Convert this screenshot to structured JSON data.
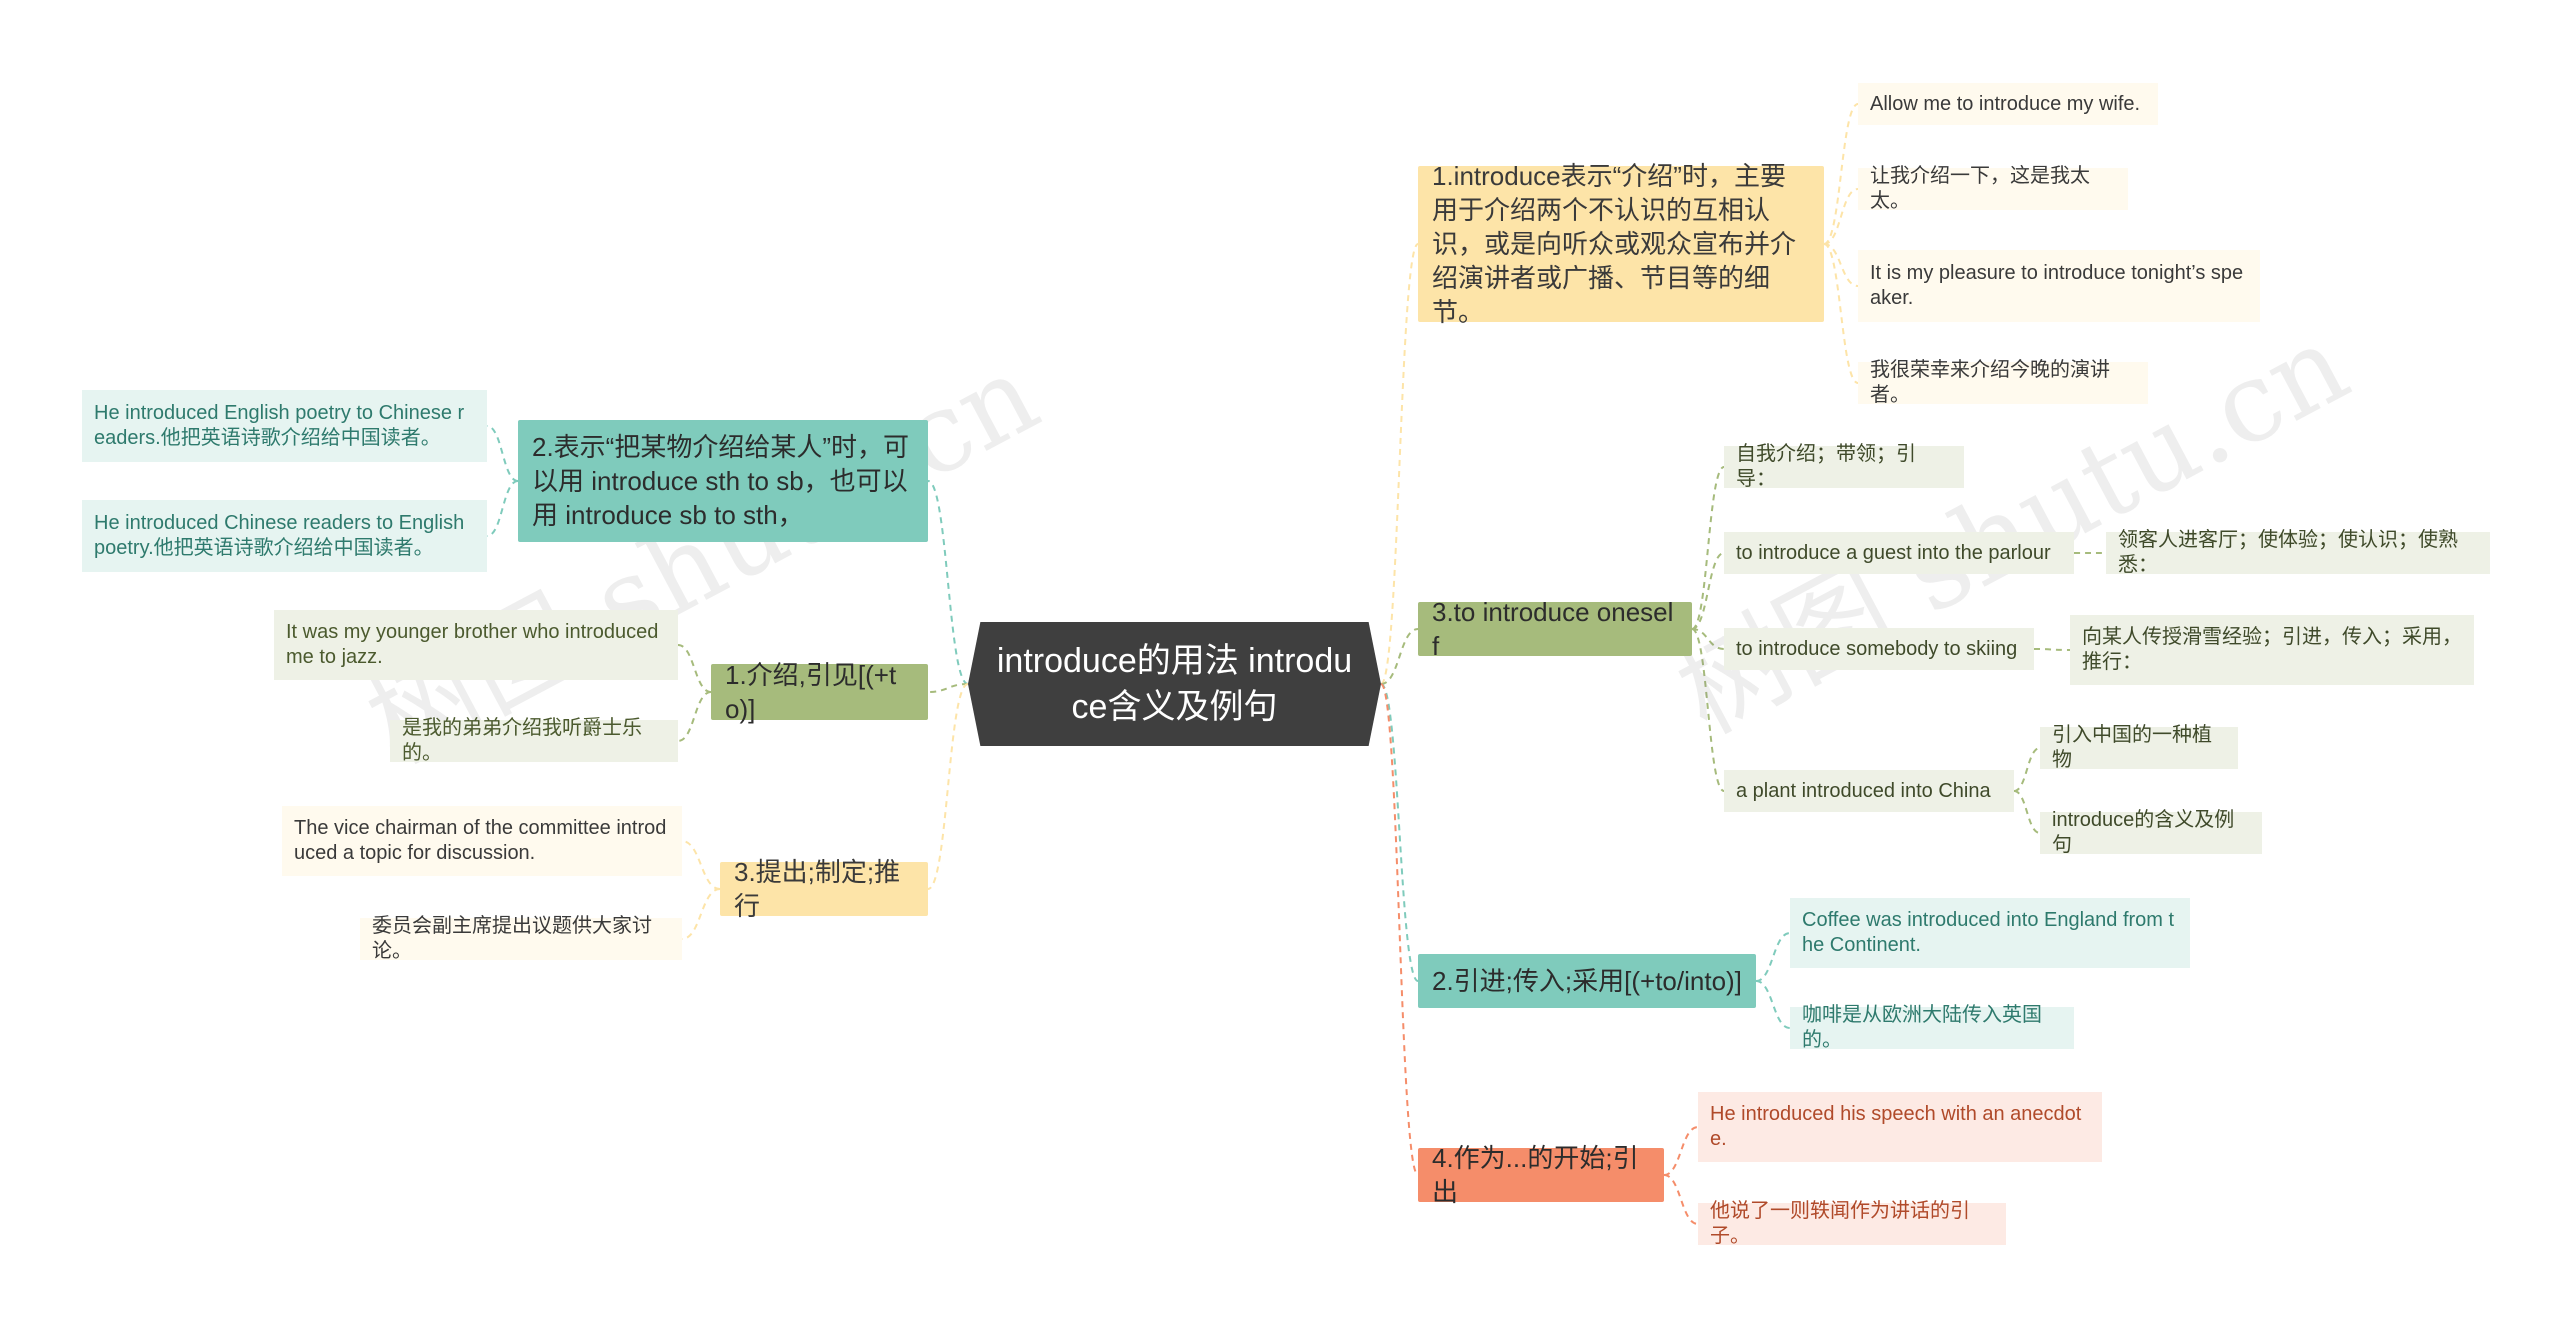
{
  "root": {
    "text": "introduce的用法 introduce含义及例句"
  },
  "watermark": "树图 shutu.cn",
  "colors": {
    "root": "#3f3f3f",
    "teal": "#7fcbbc",
    "olive": "#a6bb7c",
    "yellow": "#fde4a8",
    "orange": "#f58d6a"
  },
  "left": [
    {
      "text": "2.表示“把某物介绍给某人”时，可以用 introduce sth to sb，也可以用 introduce sb to sth，",
      "color": "teal",
      "children": [
        "He introduced English poetry to Chinese readers.他把英语诗歌介绍给中国读者。",
        "He introduced Chinese readers to English poetry.他把英语诗歌介绍给中国读者。"
      ]
    },
    {
      "text": "1.介绍,引见[(+to)]",
      "color": "olive",
      "children": [
        "It was my younger brother who introduced me to jazz.",
        "是我的弟弟介绍我听爵士乐的。"
      ]
    },
    {
      "text": "3.提出;制定;推行",
      "color": "yellow",
      "children": [
        "The vice chairman of the committee introduced a topic for discussion.",
        "委员会副主席提出议题供大家讨论。"
      ]
    }
  ],
  "right": [
    {
      "text": "1.introduce表示“介绍”时，主要用于介绍两个不认识的互相认识，或是向听众或观众宣布并介绍演讲者或广播、节目等的细节。",
      "color": "yellow",
      "children": [
        "Allow me to introduce my wife.",
        "让我介绍一下，这是我太太。",
        "It is my pleasure to introduce tonight’s speaker.",
        "我很荣幸来介绍今晚的演讲者。"
      ]
    },
    {
      "text": "3.to introduce oneself",
      "color": "olive",
      "children": [
        {
          "text": "自我介绍；带领；引导："
        },
        {
          "text": "to introduce a guest into the parlour",
          "children": [
            "领客人进客厅；使体验；使认识；使熟悉："
          ]
        },
        {
          "text": "to introduce somebody to skiing",
          "children": [
            "向某人传授滑雪经验；引进，传入；采用，推行："
          ]
        },
        {
          "text": "a plant introduced into China",
          "children": [
            "引入中国的一种植物",
            "introduce的含义及例句"
          ]
        }
      ]
    },
    {
      "text": "2.引进;传入;采用[(+to/into)]",
      "color": "teal",
      "children": [
        "Coffee was introduced into England from the Continent.",
        "咖啡是从欧洲大陆传入英国的。"
      ]
    },
    {
      "text": "4.作为...的开始;引出",
      "color": "orange",
      "children": [
        "He introduced his speech with an anecdote.",
        "他说了一则轶闻作为讲话的引子。"
      ]
    }
  ]
}
